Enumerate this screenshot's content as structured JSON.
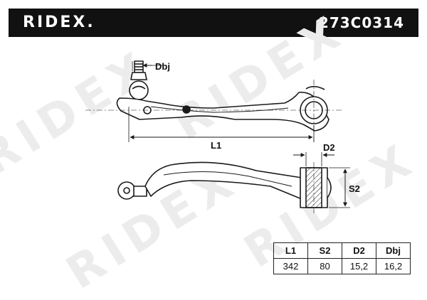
{
  "header": {
    "brand": "RIDEX.",
    "part_number": "273C0314"
  },
  "watermark_text": "RIDEX",
  "labels": {
    "dbj": "Dbj",
    "l1": "L1",
    "d2": "D2",
    "s2": "S2"
  },
  "spec_table": {
    "headers": [
      "L1",
      "S2",
      "D2",
      "Dbj"
    ],
    "values": [
      "342",
      "80",
      "15,2",
      "16,2"
    ]
  },
  "colors": {
    "header_bg": "#111111",
    "header_text": "#ffffff",
    "line": "#1a1a1a",
    "watermark": "#ececec"
  }
}
